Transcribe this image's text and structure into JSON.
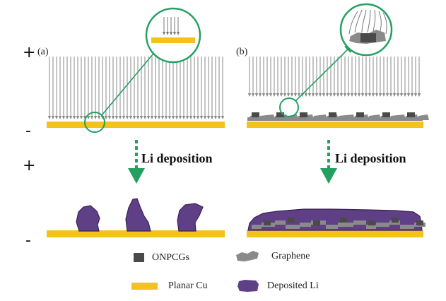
{
  "signs": {
    "plus": "+",
    "minus": "-"
  },
  "panel_a": {
    "label": "(a)"
  },
  "panel_b": {
    "label": "(b)"
  },
  "step_label": "Li deposition",
  "legend": {
    "onpcgs": "ONPCGs",
    "graphene": "Graphene",
    "planar_cu": "Planar Cu",
    "deposited_li": "Deposited Li"
  },
  "colors": {
    "copper": "#f3c21b",
    "lithium": "#5f3f86",
    "lithium_dark": "#3a2355",
    "onpcg": "#4a4a4a",
    "graphene": "#8a8a8a",
    "arrow_green": "#23a061",
    "field_lines": "#8a8a8a"
  }
}
